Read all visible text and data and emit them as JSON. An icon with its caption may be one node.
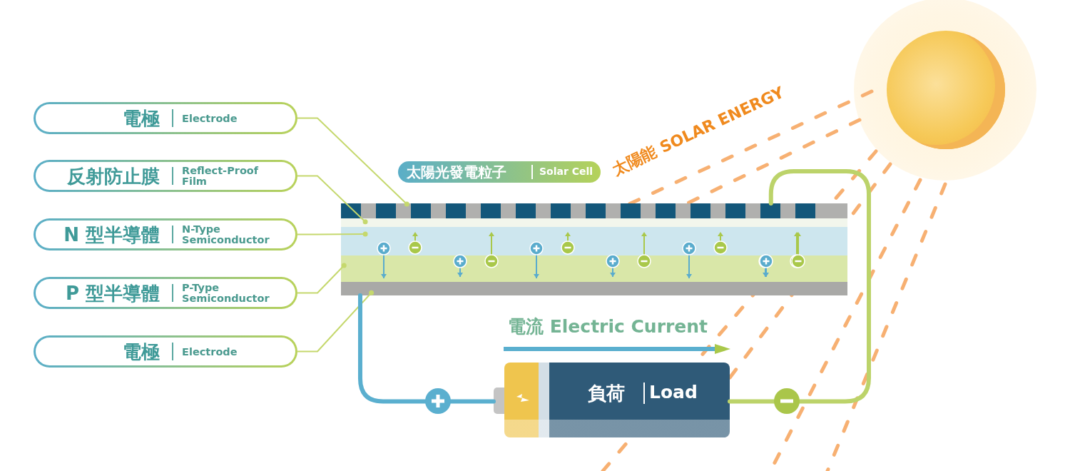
{
  "diagram": {
    "nodes": [
      {
        "text": [
          "電極",
          "Electrode"
        ]
      },
      {
        "text": [
          "反射防止膜",
          "Reflect-Proof Film"
        ]
      },
      {
        "text": [
          "N 型半導體",
          "N-Type Semiconductor"
        ]
      },
      {
        "text": [
          "P 型半導體",
          "P-Type Semiconductor"
        ]
      },
      {
        "text": [
          "電極",
          "Electrode"
        ]
      },
      {
        "text": [
          "太陽光發電粒子",
          "Solar Cell"
        ]
      },
      {
        "text": [],
        "shape": "bar"
      },
      {
        "text": [],
        "shape": "bar"
      },
      {
        "text": [],
        "shape": "bar"
      },
      {
        "text": [],
        "shape": "bar"
      },
      {
        "text": [],
        "shape": "bar"
      },
      {
        "text": [
          "負荷",
          "Load"
        ]
      },
      {
        "text": [],
        "shape": "circle"
      }
    ],
    "edges": [
      {
        "from": 0,
        "to": 6,
        "arrow": "other"
      },
      {
        "from": 1,
        "to": 7,
        "arrow": "other"
      },
      {
        "from": 2,
        "to": 8,
        "arrow": "other"
      },
      {
        "from": 3,
        "to": 9,
        "arrow": "other"
      },
      {
        "from": 4,
        "to": 10,
        "arrow": "other"
      },
      {
        "from": 10,
        "to": 11,
        "arrow": "none",
        "style": "thick",
        "color": "#5aafcf"
      },
      {
        "from": 11,
        "to": 6,
        "arrow": "none",
        "style": "thick",
        "color": "#bcd36a"
      }
    ],
    "labels": [
      "太陽能 SOLAR ENERGY",
      "電流 Electric Current"
    ]
  }
}
